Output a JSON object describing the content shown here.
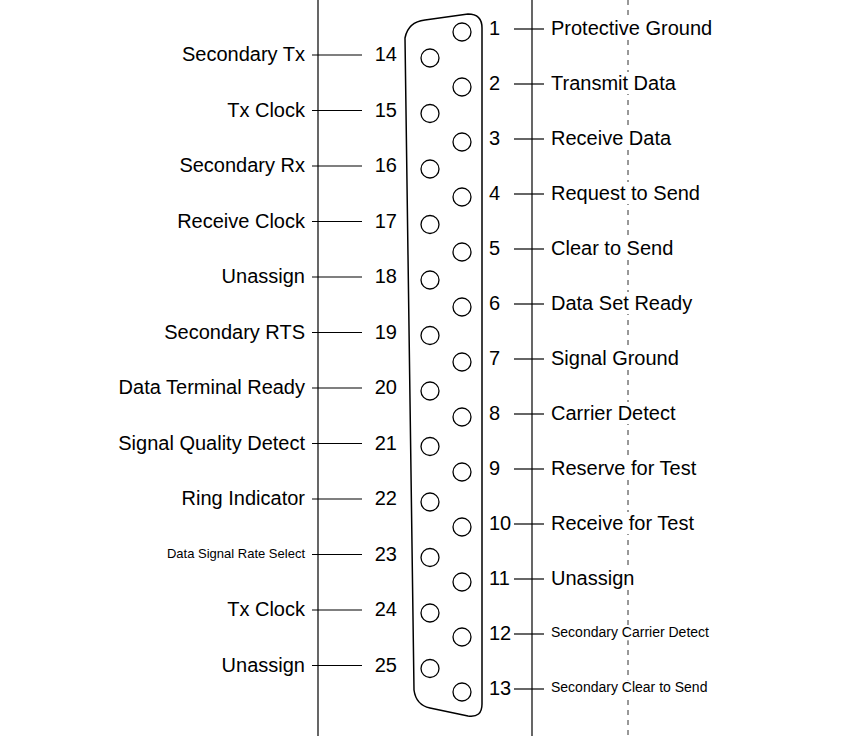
{
  "diagram": {
    "labels": [
      "1",
      "Protective Ground",
      "2",
      "Transmit Data",
      "3",
      "Receive Data",
      "4",
      "Request to Send",
      "5",
      "Clear to Send",
      "6",
      "Data Set Ready",
      "7",
      "Signal Ground",
      "8",
      "Carrier Detect",
      "9",
      "Reserve for Test",
      "10",
      "Receive for Test",
      "11",
      "Unassign",
      "12",
      "Secondary Carrier Detect",
      "13",
      "Secondary Clear to Send",
      "Secondary Tx",
      "14",
      "Tx Clock",
      "15",
      "Secondary Rx",
      "16",
      "Receive Clock",
      "17",
      "Unassign",
      "18",
      "Secondary RTS",
      "19",
      "Data Terminal Ready",
      "20",
      "Signal Quality Detect",
      "21",
      "Ring Indicator",
      "22",
      "Data Signal Rate Select",
      "23",
      "Tx Clock",
      "24",
      "Unassign",
      "25"
    ]
  }
}
